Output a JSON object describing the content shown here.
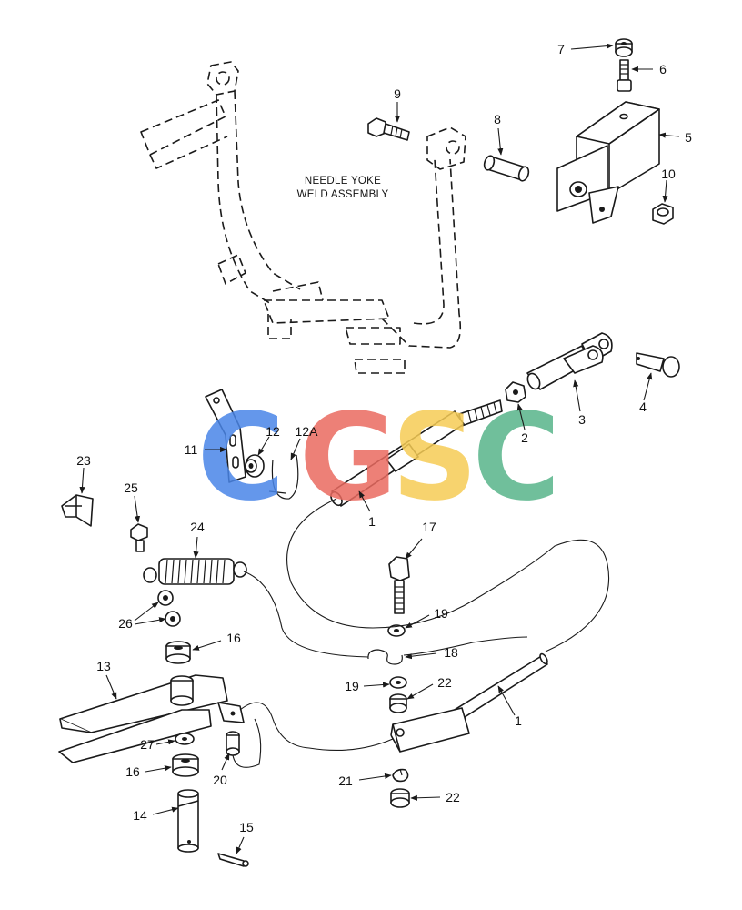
{
  "assembly_label": {
    "line1": "NEEDLE YOKE",
    "line2": "WELD ASSEMBLY"
  },
  "watermark": {
    "letters": [
      "C",
      "G",
      "S",
      "C"
    ],
    "colors": [
      "#4a86e8",
      "#ea6a60",
      "#f6cc55",
      "#58b58a"
    ]
  },
  "callouts": {
    "n1a": "1",
    "n1b": "1",
    "n2": "2",
    "n3": "3",
    "n4": "4",
    "n5": "5",
    "n6": "6",
    "n7": "7",
    "n8": "8",
    "n9": "9",
    "n10": "10",
    "n11": "11",
    "n12": "12",
    "n12a": "12A",
    "n13": "13",
    "n14": "14",
    "n15": "15",
    "n16a": "16",
    "n16b": "16",
    "n17": "17",
    "n18": "18",
    "n19a": "19",
    "n19b": "19",
    "n20": "20",
    "n21": "21",
    "n22a": "22",
    "n22b": "22",
    "n23": "23",
    "n24": "24",
    "n25": "25",
    "n26": "26",
    "n27": "27"
  }
}
